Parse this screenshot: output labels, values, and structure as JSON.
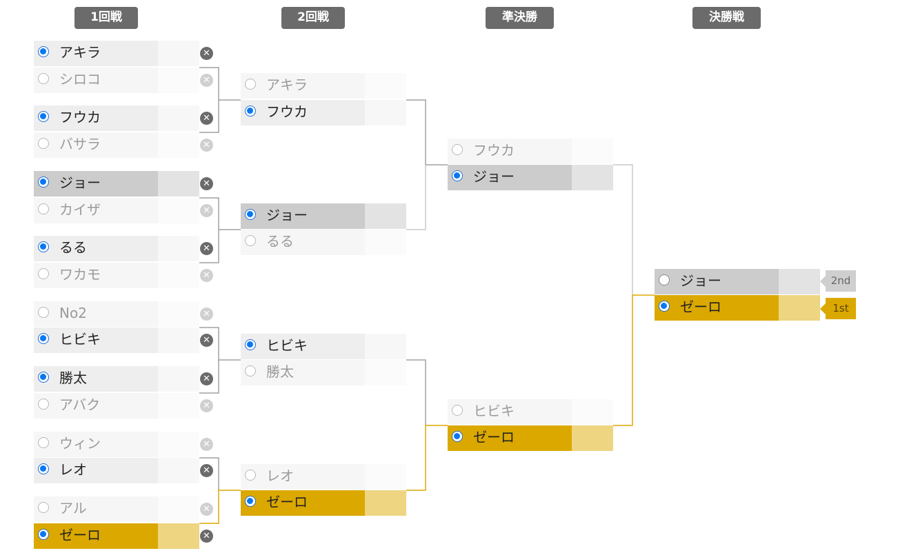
{
  "rounds": [
    "1回戦",
    "2回戦",
    "準決勝",
    "決勝戦"
  ],
  "round1": [
    {
      "name": "アキラ",
      "win": true
    },
    {
      "name": "シロコ",
      "win": false
    },
    {
      "name": "フウカ",
      "win": true
    },
    {
      "name": "バサラ",
      "win": false
    },
    {
      "name": "ジョー",
      "win": true
    },
    {
      "name": "カイザ",
      "win": false
    },
    {
      "name": "るる",
      "win": true
    },
    {
      "name": "ワカモ",
      "win": false
    },
    {
      "name": "No2",
      "win": false
    },
    {
      "name": "ヒビキ",
      "win": true
    },
    {
      "name": "勝太",
      "win": true
    },
    {
      "name": "アバク",
      "win": false
    },
    {
      "name": "ウィン",
      "win": false
    },
    {
      "name": "レオ",
      "win": true
    },
    {
      "name": "アル",
      "win": false
    },
    {
      "name": "ゼーロ",
      "win": true
    }
  ],
  "round2": [
    {
      "name": "アキラ",
      "win": false
    },
    {
      "name": "フウカ",
      "win": true
    },
    {
      "name": "ジョー",
      "win": true
    },
    {
      "name": "るる",
      "win": false
    },
    {
      "name": "ヒビキ",
      "win": true
    },
    {
      "name": "勝太",
      "win": false
    },
    {
      "name": "レオ",
      "win": false
    },
    {
      "name": "ゼーロ",
      "win": true
    }
  ],
  "semifinal": [
    {
      "name": "フウカ",
      "win": false
    },
    {
      "name": "ジョー",
      "win": true
    },
    {
      "name": "ヒビキ",
      "win": false
    },
    {
      "name": "ゼーロ",
      "win": true
    }
  ],
  "final": [
    {
      "name": "ジョー",
      "win": false
    },
    {
      "name": "ゼーロ",
      "win": true
    }
  ],
  "placements": {
    "second": "2nd",
    "first": "1st"
  },
  "colors": {
    "champion": "#dba800",
    "champion_light": "#edd581",
    "line": "#9a9a9a",
    "selected": "#0a77f2"
  },
  "icons": {
    "remove": "close-icon",
    "radio": "radio-button"
  }
}
